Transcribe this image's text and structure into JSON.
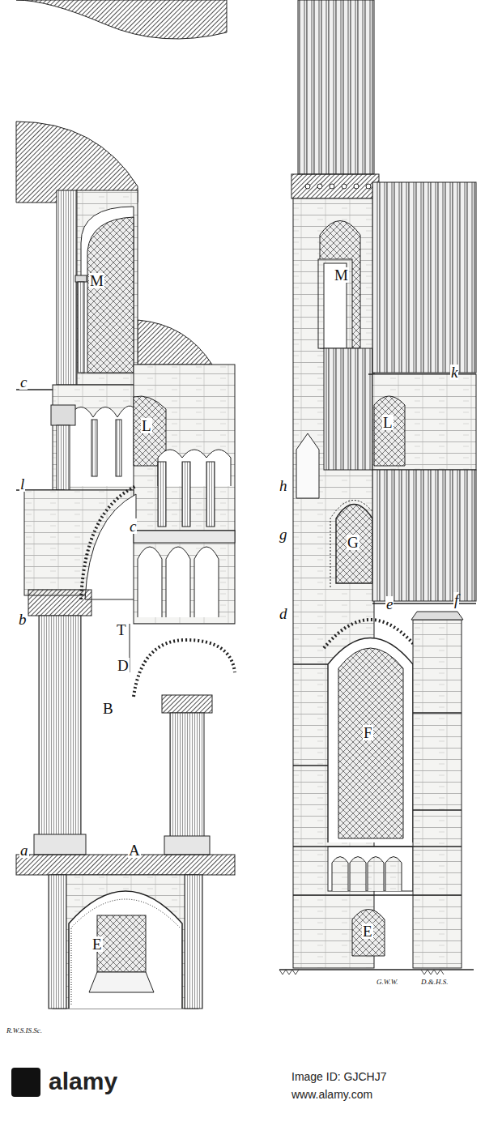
{
  "diagram": {
    "labels": [
      "M",
      "c",
      "l",
      "L",
      "c",
      "b",
      "T",
      "D",
      "B",
      "a",
      "A",
      "E",
      "h",
      "M",
      "k",
      "L",
      "g",
      "G",
      "d",
      "e",
      "f",
      "F",
      "E",
      "R.W.S.IS.Sc.",
      "G.W.W.",
      "D.&.H.S.",
      "alamy",
      "Image ID: GJCHJ7",
      "www.alamy.com"
    ]
  }
}
